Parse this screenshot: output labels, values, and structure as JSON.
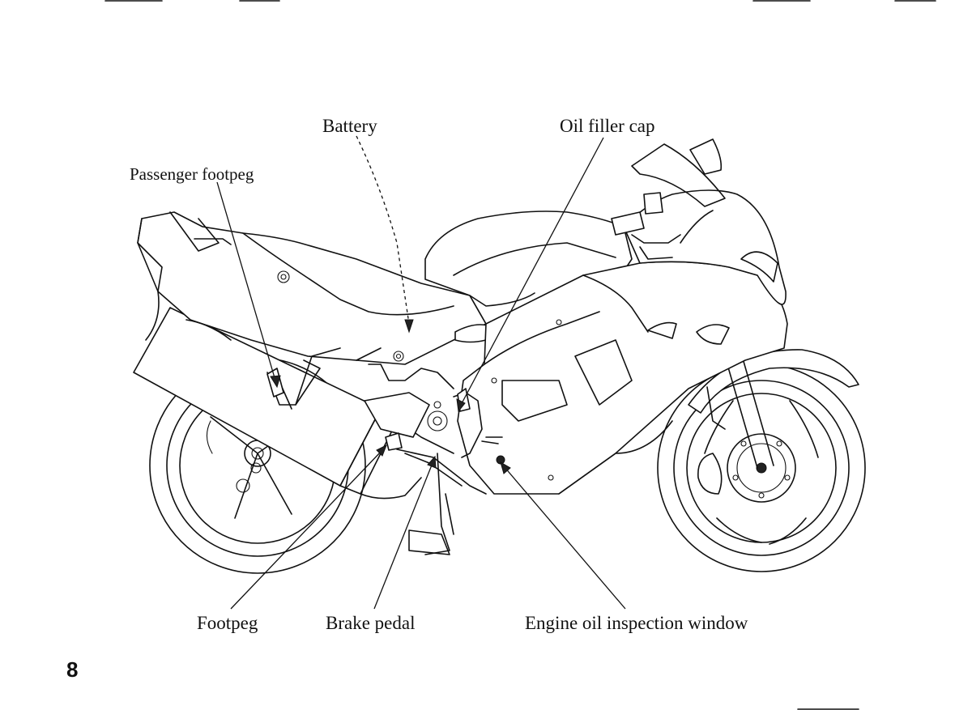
{
  "labels": {
    "battery": "Battery",
    "oil_filler_cap": "Oil filler cap",
    "passenger_footpeg": "Passenger footpeg",
    "footpeg": "Footpeg",
    "brake_pedal": "Brake pedal",
    "engine_oil_inspection_window": "Engine oil inspection window"
  },
  "page_number": "8"
}
